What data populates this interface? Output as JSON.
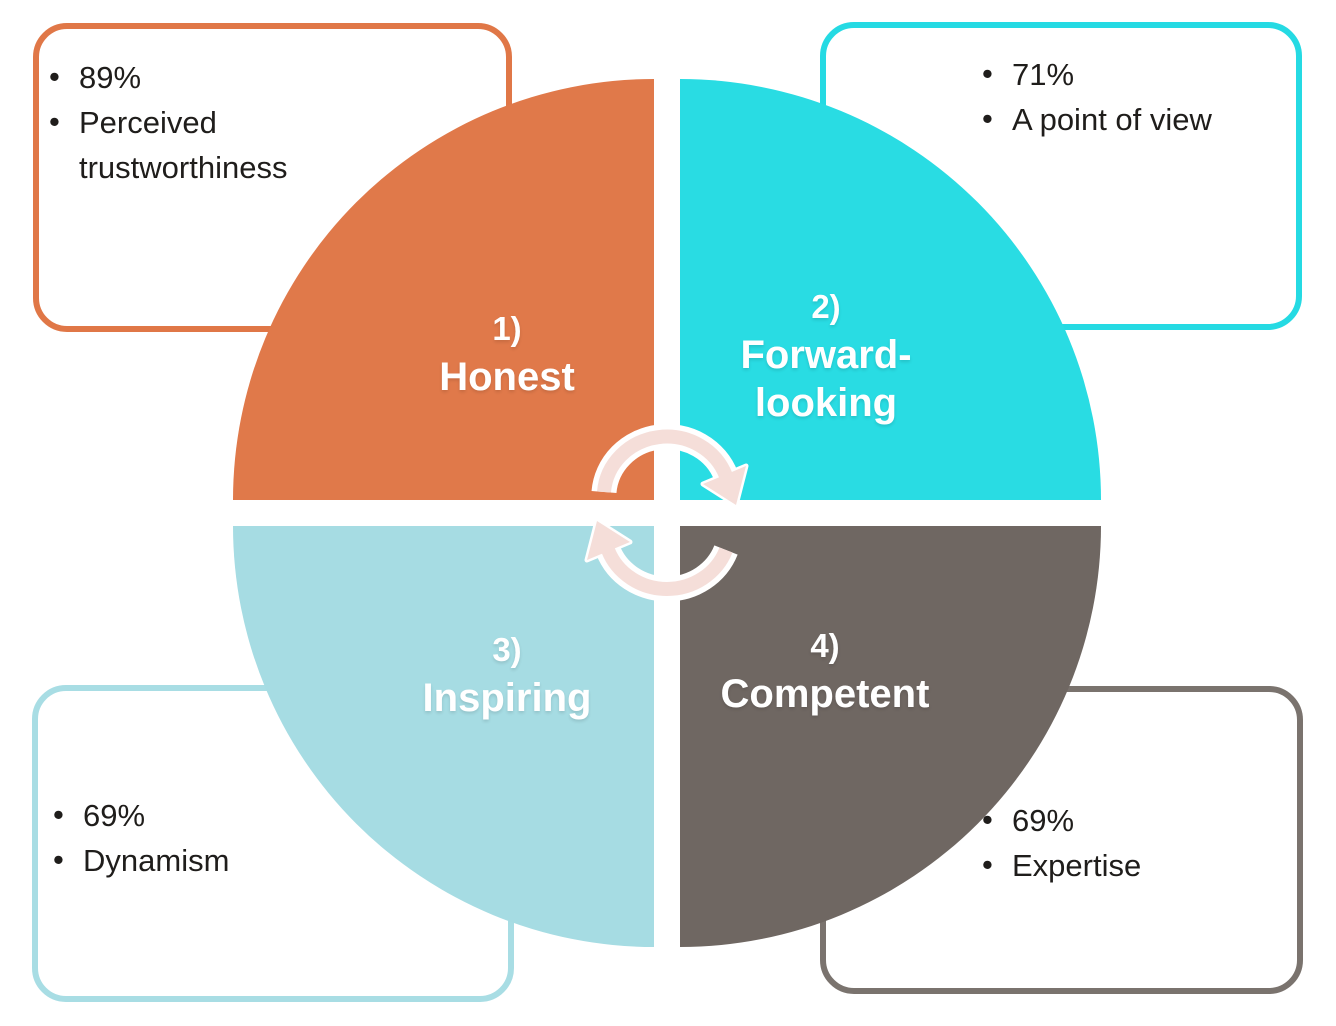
{
  "quadrants": [
    {
      "number": "1)",
      "lines": [
        "Honest",
        ""
      ],
      "color": "#E0794A"
    },
    {
      "number": "2)",
      "lines": [
        "Forward-",
        "looking"
      ],
      "color": "#29DCE3"
    },
    {
      "number": "3)",
      "lines": [
        "Inspiring",
        ""
      ],
      "color": "#A6DCE3"
    },
    {
      "number": "4)",
      "lines": [
        "Competent",
        ""
      ],
      "color": "#6F6762"
    }
  ],
  "callouts": [
    {
      "position": "top-left",
      "border_color": "#E07747",
      "items": [
        "89%",
        "Perceived trustworthiness"
      ]
    },
    {
      "position": "top-right",
      "border_color": "#25DAE3",
      "items": [
        "71%",
        "A point of view"
      ]
    },
    {
      "position": "bottom-left",
      "border_color": "#A8DDE4",
      "items": [
        "69%",
        "Dynamism"
      ]
    },
    {
      "position": "bottom-right",
      "border_color": "#7A736E",
      "items": [
        "69%",
        "Expertise"
      ]
    }
  ],
  "arrows": {
    "color": "#F5DED9",
    "casing": "#FFFFFF"
  }
}
